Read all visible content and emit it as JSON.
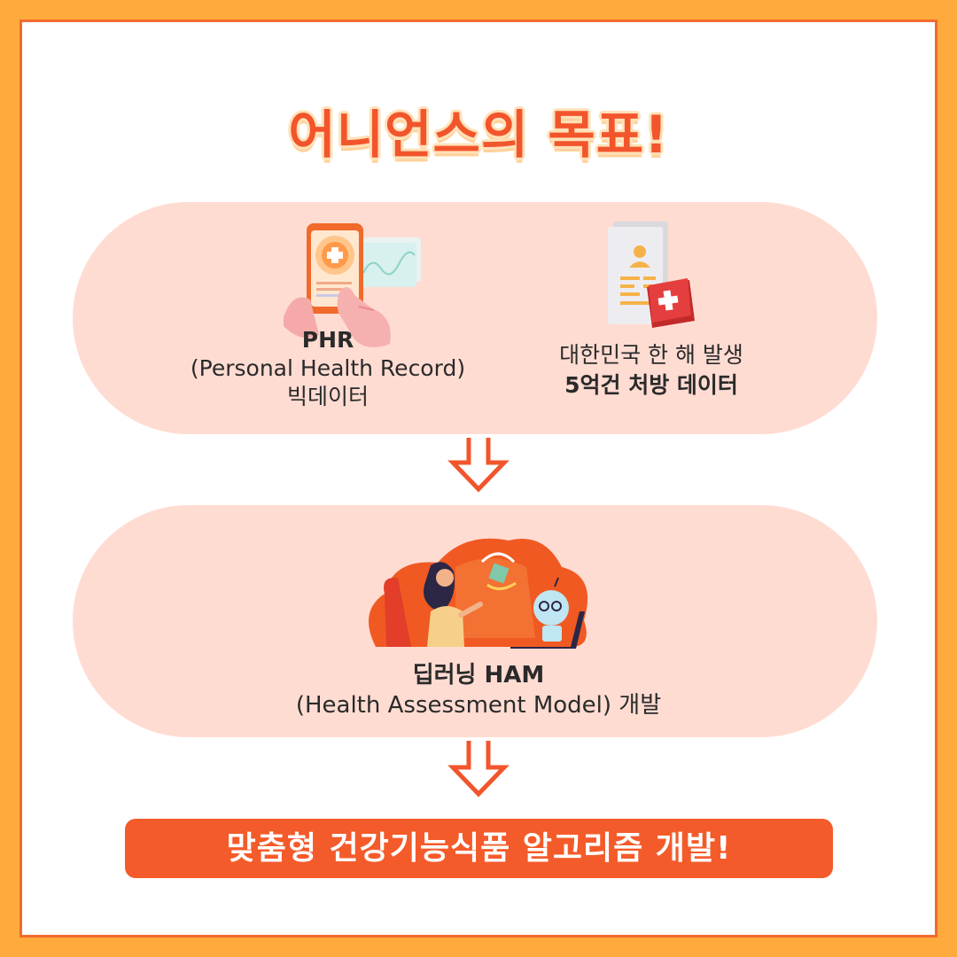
{
  "title": "어니언스의 목표!",
  "step1": {
    "phr": {
      "icon": "phone-health-record-icon",
      "line1": "PHR",
      "line2": "(Personal Health Record)",
      "line3": "빅데이터"
    },
    "prescription": {
      "icon": "medical-document-icon",
      "line1": "대한민국 한 해 발생",
      "line2": "5억건 처방 데이터"
    }
  },
  "step2": {
    "icon": "ai-deep-learning-illustration",
    "line1": "딥러닝 HAM",
    "line2": "(Health Assessment Model) 개발"
  },
  "final_banner": "맞춤형 건강기능식품 알고리즘 개발!",
  "colors": {
    "outer_border": "#FFAA3C",
    "accent": "#F45B2A",
    "pill_bg": "#FFDCD2",
    "title": "#F2552C"
  }
}
